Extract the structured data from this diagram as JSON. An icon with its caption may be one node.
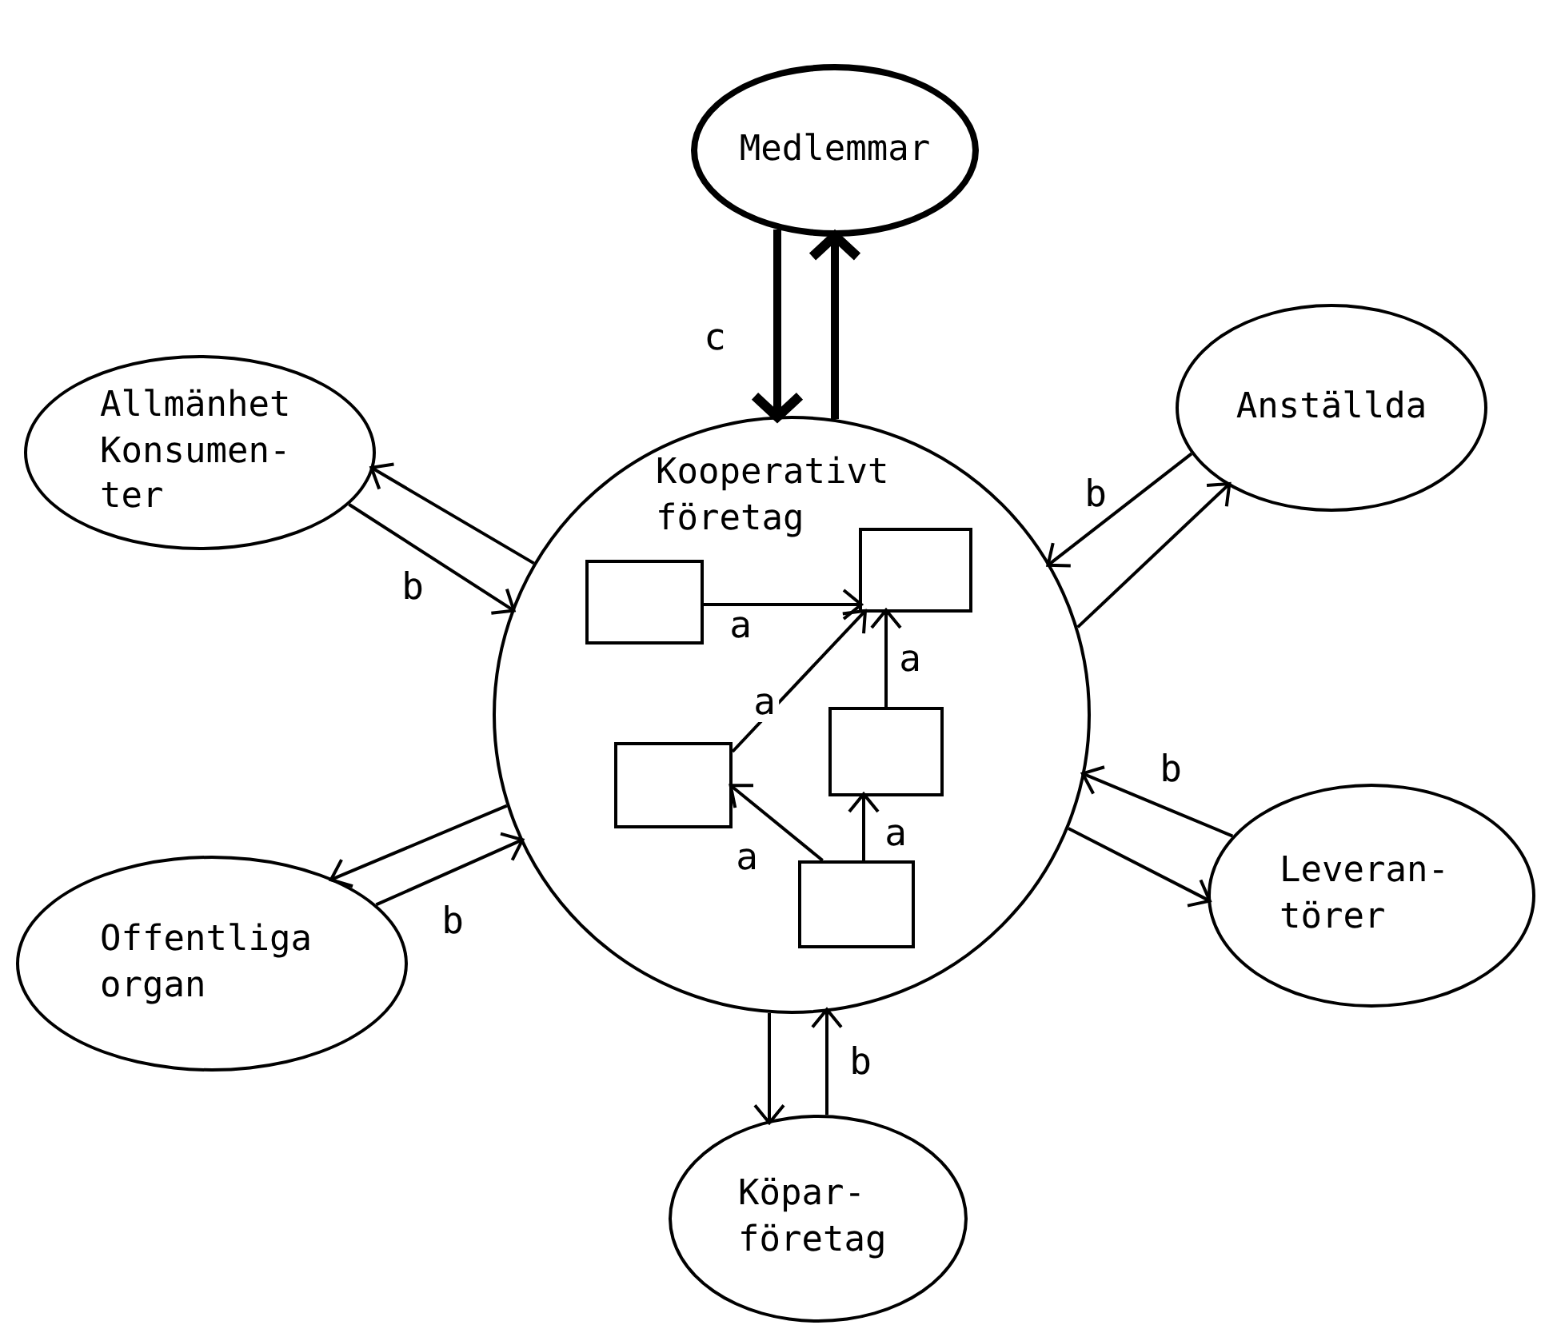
{
  "diagram": {
    "nodes": [
      {
        "text": [
          "Medlemmar"
        ]
      },
      {
        "text": [
          "Allmänhet Konsumen- ter"
        ]
      },
      {
        "text": [
          "Kooperativt företag"
        ]
      },
      {
        "text": [
          "Anställda"
        ]
      },
      {
        "text": [
          "Leveran- törer"
        ]
      },
      {
        "text": [
          "Offentliga organ"
        ]
      },
      {
        "text": [
          "Köpar- företag"
        ]
      },
      {
        "text": [],
        "shape": "box",
        "in": 2
      },
      {
        "text": [],
        "shape": "box",
        "in": 2
      },
      {
        "text": [],
        "shape": "box",
        "in": 2
      },
      {
        "text": [],
        "shape": "box",
        "in": 2
      },
      {
        "text": [],
        "shape": "box",
        "in": 2
      }
    ],
    "edges": [
      {
        "from": 7,
        "to": 8,
        "arrow": "to",
        "label": "a"
      },
      {
        "from": 9,
        "to": 8,
        "arrow": "to",
        "label": "a"
      },
      {
        "from": 10,
        "to": 8,
        "arrow": "to",
        "label": "a"
      },
      {
        "from": 11,
        "to": 10,
        "arrow": "to",
        "label": "a"
      },
      {
        "from": 11,
        "to": 9,
        "arrow": "to",
        "label": "a"
      },
      {
        "from": 0,
        "to": 2,
        "arrow": "to",
        "label": "c",
        "style": "thick"
      },
      {
        "from": 2,
        "to": 0,
        "arrow": "to",
        "style": "thick"
      },
      {
        "from": 2,
        "to": 1,
        "arrow": "to"
      },
      {
        "from": 1,
        "to": 2,
        "arrow": "to",
        "label": "b"
      },
      {
        "from": 3,
        "to": 2,
        "arrow": "to",
        "label": "b"
      },
      {
        "from": 2,
        "to": 3,
        "arrow": "to"
      },
      {
        "from": 4,
        "to": 2,
        "arrow": "to",
        "label": "b"
      },
      {
        "from": 2,
        "to": 4,
        "arrow": "to"
      },
      {
        "from": 2,
        "to": 5,
        "arrow": "to"
      },
      {
        "from": 5,
        "to": 2,
        "arrow": "to",
        "label": "b"
      },
      {
        "from": 2,
        "to": 6,
        "arrow": "to"
      },
      {
        "from": 6,
        "to": 2,
        "arrow": "to",
        "label": "b"
      }
    ]
  }
}
